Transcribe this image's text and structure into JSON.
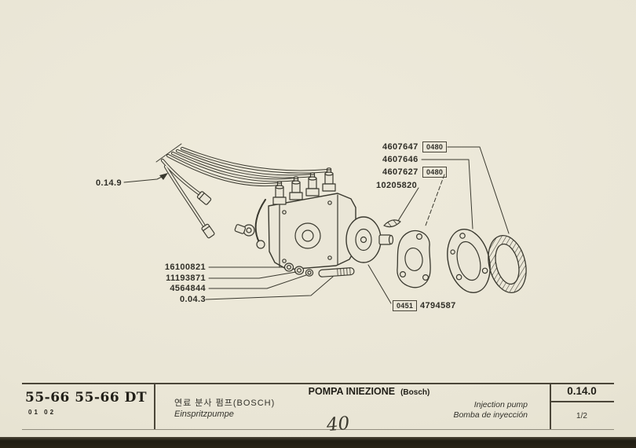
{
  "drawing": {
    "callouts": {
      "fuel_lines_ref": "0.14.9",
      "seal_ring_part": "4607647",
      "seal_ring_code": "0480",
      "flange_ring_part": "4607646",
      "gasket_part": "4607627",
      "gasket_code": "0480",
      "key_part": "10205820",
      "washer1_part": "16100821",
      "washer2_part": "11193871",
      "washer3_part": "4564844",
      "stud_ref": "0.04.3",
      "pump_code": "0451",
      "pump_part": "4794587"
    }
  },
  "footer": {
    "models": "55-66  55-66 DT",
    "models_codes": "01 02",
    "title_it": "POMPA INIEZIONE",
    "title_it_note": "(Bosch)",
    "title_ko": "연료 분사 펌프(BOSCH)",
    "title_de": "Einspritzpumpe",
    "title_en": "Injection pump",
    "title_es": "Bomba de inyección",
    "page_code": "0.14.0",
    "sheet_index": "1/2",
    "handwritten_note": "40"
  }
}
